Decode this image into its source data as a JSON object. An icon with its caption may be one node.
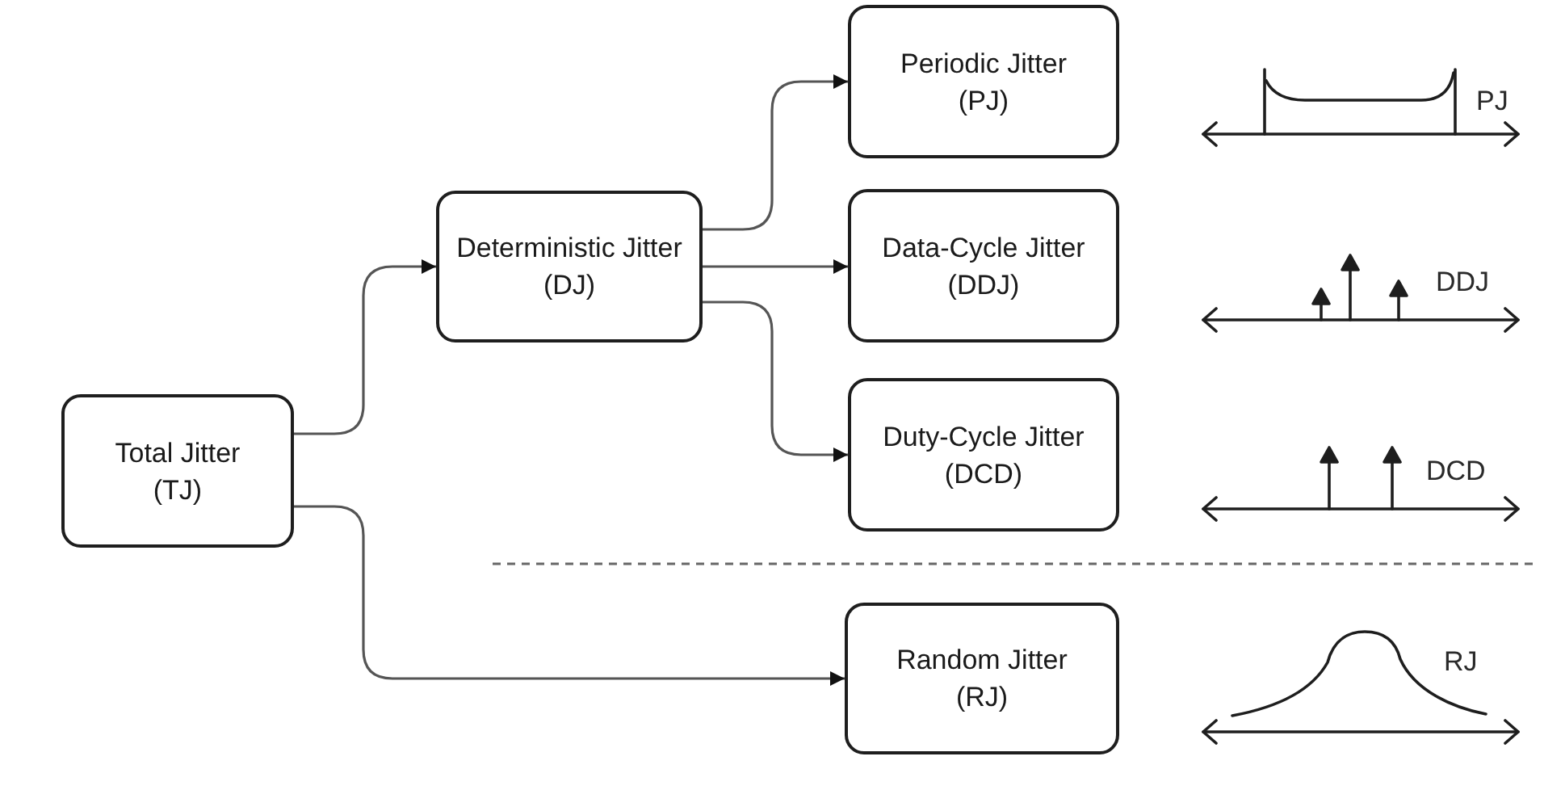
{
  "diagram": {
    "nodes": [
      {
        "text": [
          "Total Jitter (TJ)"
        ]
      },
      {
        "text": [
          "Deterministic Jitter (DJ)"
        ]
      },
      {
        "text": [
          "Periodic Jitter (PJ)"
        ]
      },
      {
        "text": [
          "Data-Cycle Jitter (DDJ)"
        ]
      },
      {
        "text": [
          "Duty-Cycle Jitter (DCD)"
        ]
      },
      {
        "text": [
          "Random Jitter (RJ)"
        ]
      }
    ],
    "edges": [
      {
        "from": 0,
        "to": 1,
        "arrow": "to"
      },
      {
        "from": 0,
        "to": 5,
        "arrow": "to"
      },
      {
        "from": 1,
        "to": 2,
        "arrow": "to"
      },
      {
        "from": 1,
        "to": 3,
        "arrow": "to"
      },
      {
        "from": 1,
        "to": 4,
        "arrow": "to"
      }
    ],
    "labels": [
      "PJ",
      "DDJ",
      "DCD",
      "RJ"
    ]
  }
}
